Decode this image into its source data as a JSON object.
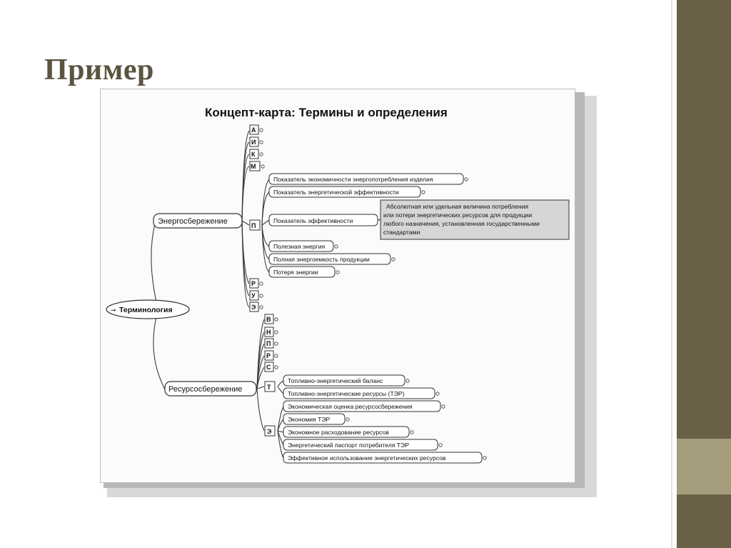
{
  "slide": {
    "title": "Пример"
  },
  "concept_map": {
    "title": "Концепт-карта: Термины и определения",
    "root": {
      "arrow_glyph": "➞",
      "label": "Терминология"
    },
    "branch_energy": {
      "label": "Энергосбережение",
      "letters_top": [
        "А",
        "И",
        "К",
        "М"
      ],
      "letter_p": "П",
      "terms_p": [
        "Показатель экономичности энергопотребления изделия",
        "Показатель энергетической эффективности",
        "Показатель эффективности",
        "Полезная энергия",
        "Полная энергоемкость продукции",
        "Потеря энергии"
      ],
      "definition_lines": [
        "Абсолютная или удельная величина потребления",
        "или потери энергетических ресурсов для продукции",
        "любого назначения, установленная государственными",
        "стандартами"
      ],
      "letters_bottom": [
        "Р",
        "У",
        "Э"
      ]
    },
    "branch_resource": {
      "label": "Ресурсосбережение",
      "letters_top": [
        "В",
        "Н",
        "П",
        "Р",
        "С"
      ],
      "letter_t": "Т",
      "terms_t": [
        "Топливно-энергетический баланс",
        "Топливно-энергетические ресурсы (ТЭР)"
      ],
      "letter_e": "Э",
      "terms_e": [
        "Экономическая оценка ресурсосбережения",
        "Экономия ТЭР",
        "Экономное расходование ресурсов",
        "Энергетический паспорт потребителя ТЭР",
        "Эффективное использование энергетических ресурсов"
      ]
    }
  }
}
